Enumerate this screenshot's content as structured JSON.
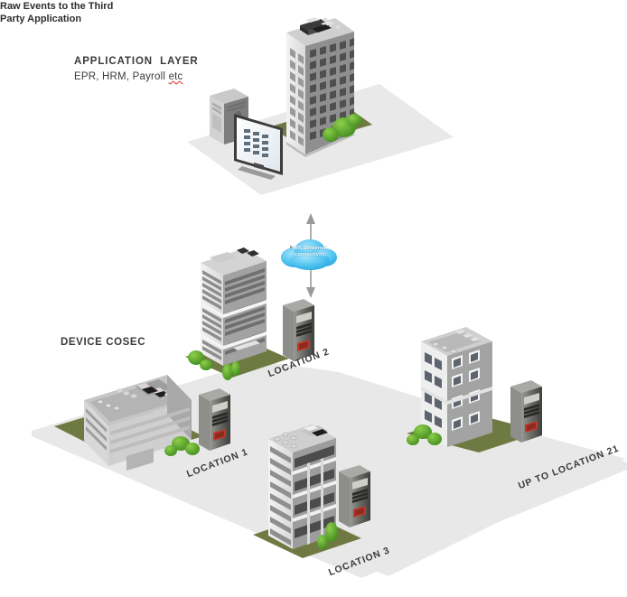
{
  "diagram": {
    "type": "isometric-network-architecture",
    "background_color": "#ffffff",
    "ground_color": "#e8e8e8",
    "grass_color": "#6f7a42",
    "accent_cloud_color": "#37b6e9"
  },
  "application_layer": {
    "title": "APPLICATION  LAYER",
    "subtitle_plain": "EPR, HRM, Payroll ",
    "subtitle_marked": "etc",
    "server_icon": "desktop-computer-icon",
    "building_icon": "high-rise-tower-icon"
  },
  "connectivity": {
    "cloud_label_line1": "MPLS/Internet",
    "cloud_label_line2": "connectivity",
    "cloud_icon": "cloud-icon",
    "arrow_icon": "double-headed-vertical-arrow-icon",
    "note": "Raw Events to the Third Party Application"
  },
  "device_layer": {
    "title": "DEVICE COSEC",
    "device_icon": "biometric-access-control-terminal-icon",
    "locations": [
      {
        "label": "LOCATION 1",
        "building_icon": "low-rise-office-building-icon"
      },
      {
        "label": "LOCATION 2",
        "building_icon": "banded-office-tower-icon"
      },
      {
        "label": "LOCATION 3",
        "building_icon": "mid-rise-tower-icon"
      },
      {
        "label": "UP TO LOCATION 21",
        "building_icon": "apartment-block-icon"
      }
    ]
  }
}
